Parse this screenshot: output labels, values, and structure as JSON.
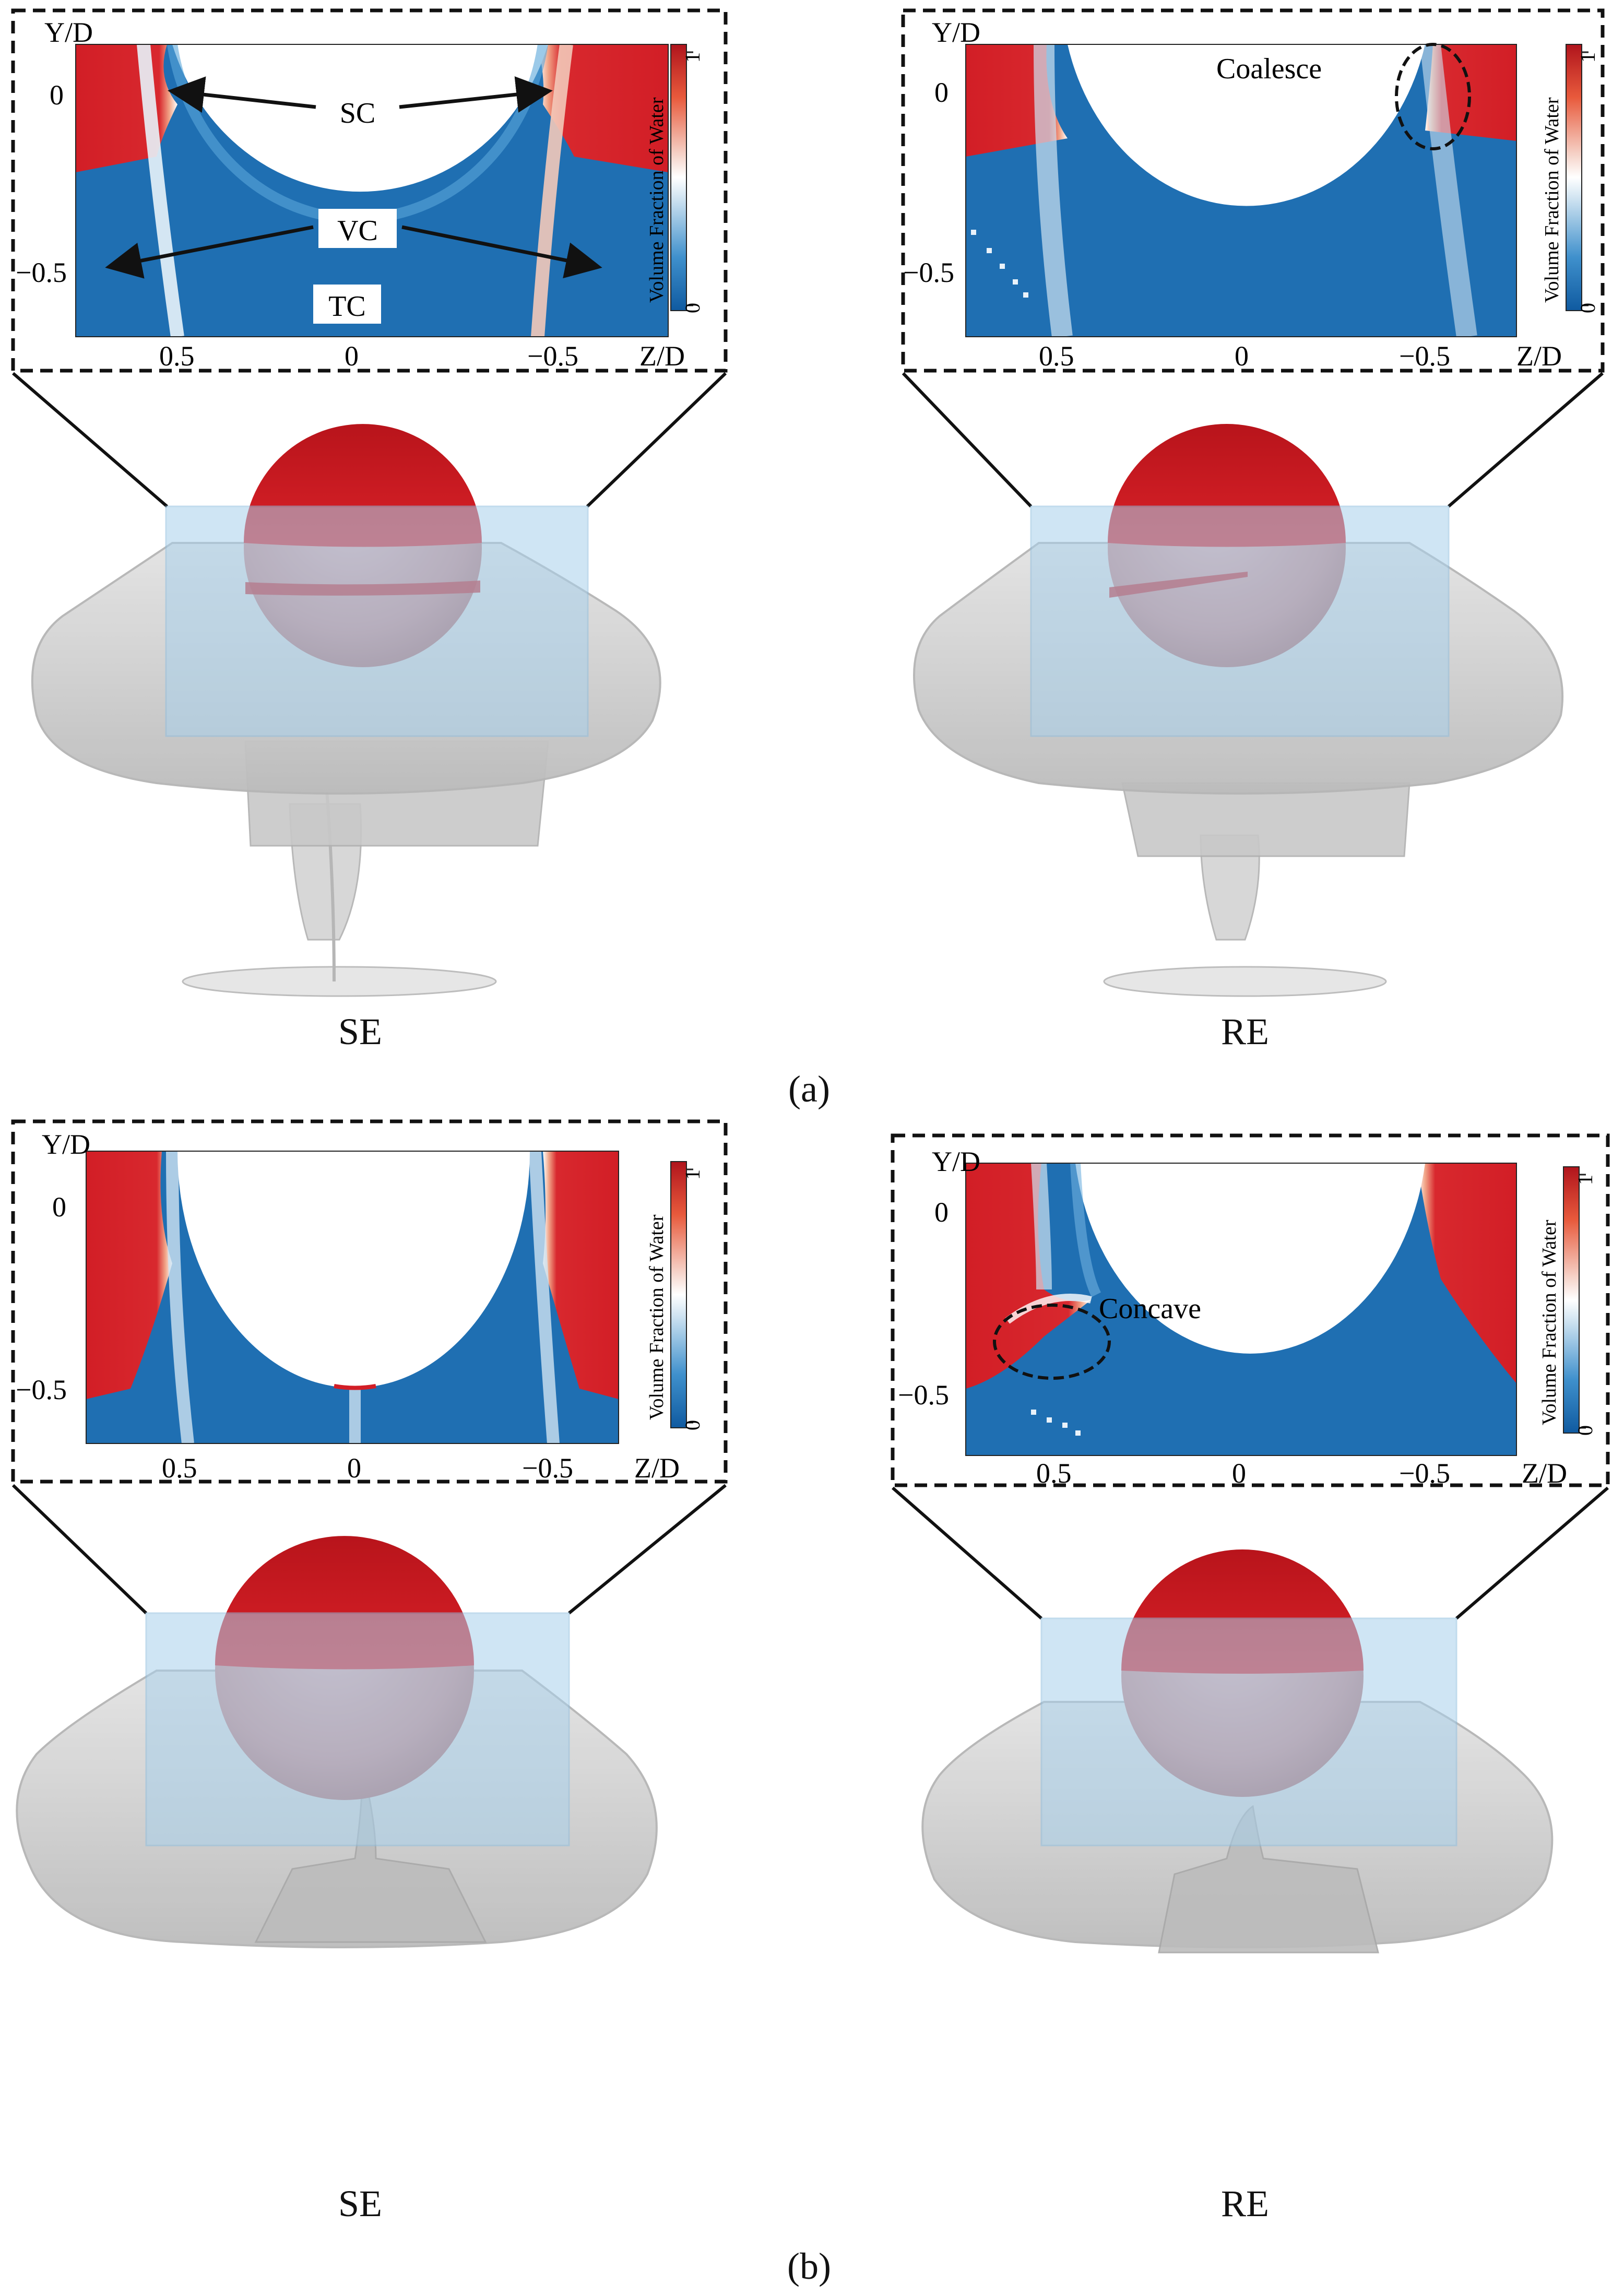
{
  "panels": [
    {
      "id": "a",
      "sub_label": "(a)",
      "cases": [
        {
          "caption": "SE",
          "annotations": [
            "SC",
            "VC",
            "TC"
          ]
        },
        {
          "caption": "RE",
          "annotations": [
            "Coalesce"
          ]
        }
      ]
    },
    {
      "id": "b",
      "sub_label": "(b)",
      "cases": [
        {
          "caption": "SE",
          "annotations": []
        },
        {
          "caption": "RE",
          "annotations": [
            "Concave"
          ]
        }
      ]
    }
  ],
  "contour": {
    "y_axis_label": "Y/D",
    "x_axis_label": "Z/D",
    "y_ticks": [
      "0",
      "−0.5"
    ],
    "x_ticks": [
      "0.5",
      "0",
      "−0.5"
    ],
    "colorbar_label": "Volume Fraction of Water",
    "colorbar_max": "1",
    "colorbar_min": "0"
  },
  "colors": {
    "water_red": "#d21e26",
    "air_blue": "#1f6fb2",
    "cavity_gray": "#cfcfcf",
    "window_blue": "#a9d1ec"
  }
}
